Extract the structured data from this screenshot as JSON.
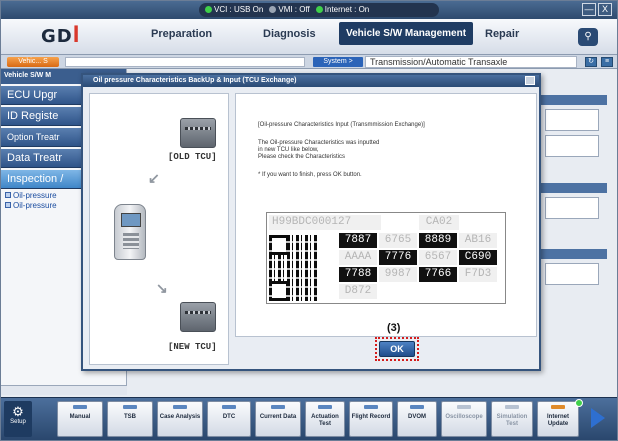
{
  "status": {
    "vci": "VCI : USB On",
    "vmi": "VMI : Off",
    "internet": "Internet : On",
    "win_min": "—",
    "win_close": "X"
  },
  "menu": {
    "logo": "GD",
    "tabs": [
      "Preparation",
      "Diagnosis",
      "Vehicle S/W Management",
      "Repair"
    ],
    "active_tab": "Vehicle S/W Management",
    "search_icon": "search-icon"
  },
  "subbar": {
    "orange_label": "Vehic... S",
    "system_label": "System >",
    "path": "Transmission/Automatic Transaxle"
  },
  "sidebar": {
    "header": "Vehicle S/W M",
    "items": [
      "ECU Upgr",
      "ID Registe",
      "Option Treatr",
      "Data Treatr",
      "Inspection /"
    ],
    "subitems": [
      "Oil-pressure",
      "Oil-pressure"
    ]
  },
  "dialog": {
    "title": "Oil pressure Characteristics BackUp & Input (TCU Exchange)",
    "old_tcu": "[OLD TCU]",
    "new_tcu": "[NEW TCU]",
    "heading": "[Oil-pressure Characteristics Input (Transmmission Exchange)]",
    "line1": "The Oil-pressure Characteristics was inputted",
    "line2": "in new TCU like below,",
    "line3": "Please check the Characteristics",
    "note": "* If you want to finish, press OK button.",
    "label": {
      "row1_left": "H99BDC000127",
      "row1_right": "CA02",
      "r2": [
        "7887",
        "6765",
        "8889",
        "AB16"
      ],
      "r3": [
        "AAAA",
        "7776",
        "6567",
        "C690"
      ],
      "r4": [
        "7788",
        "9987",
        "7766",
        "F7D3"
      ],
      "r5": "D872"
    },
    "step": "(3)",
    "ok": "OK"
  },
  "toolbar": {
    "setup": "Setup",
    "items": [
      "Manual",
      "TSB",
      "Case Analysis",
      "DTC",
      "Current Data",
      "Actuation Test",
      "Flight Record",
      "DVOM",
      "Oscilloscope",
      "Simulation Test",
      "Internet Update"
    ]
  }
}
